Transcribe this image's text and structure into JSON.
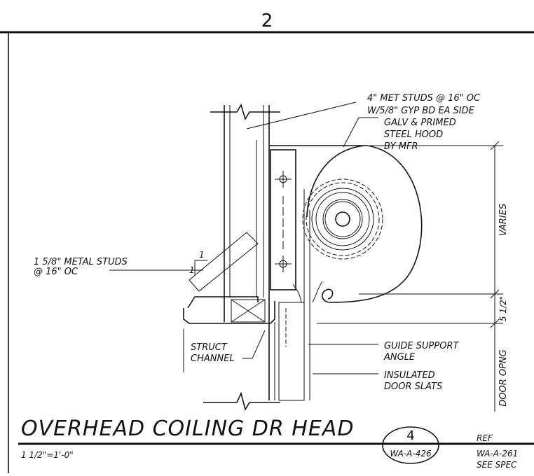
{
  "sheet": {
    "column_number": "2"
  },
  "detail": {
    "title": "OVERHEAD COILING DR HEAD",
    "scale": "1 1/2\"=1'-0\"",
    "callout_number": "4",
    "callout_sheet": "WA-A-426",
    "ref_label": "REF",
    "ref_sheet": "WA-A-261",
    "ref_note": "SEE SPEC"
  },
  "notes": {
    "met_studs_line1": "4\" MET STUDS @ 16\" OC",
    "met_studs_line2": "W/5/8\" GYP BD EA SIDE",
    "hood_line1": "GALV & PRIMED",
    "hood_line2": "STEEL HOOD",
    "hood_line3": "BY MFR",
    "metal_studs_line1": "1 5/8\" METAL STUDS",
    "metal_studs_line2": "@ 16\" OC",
    "struct_line1": "STRUCT",
    "struct_line2": "CHANNEL",
    "guide_line1": "GUIDE SUPPORT",
    "guide_line2": "ANGLE",
    "slats_line1": "INSULATED",
    "slats_line2": "DOOR SLATS",
    "slope_vertical": "1",
    "slope_horizontal": "1"
  },
  "dimensions": {
    "varies": "VARIES",
    "gap": "5 1/2\"",
    "door_opening": "DOOR OPNG"
  }
}
